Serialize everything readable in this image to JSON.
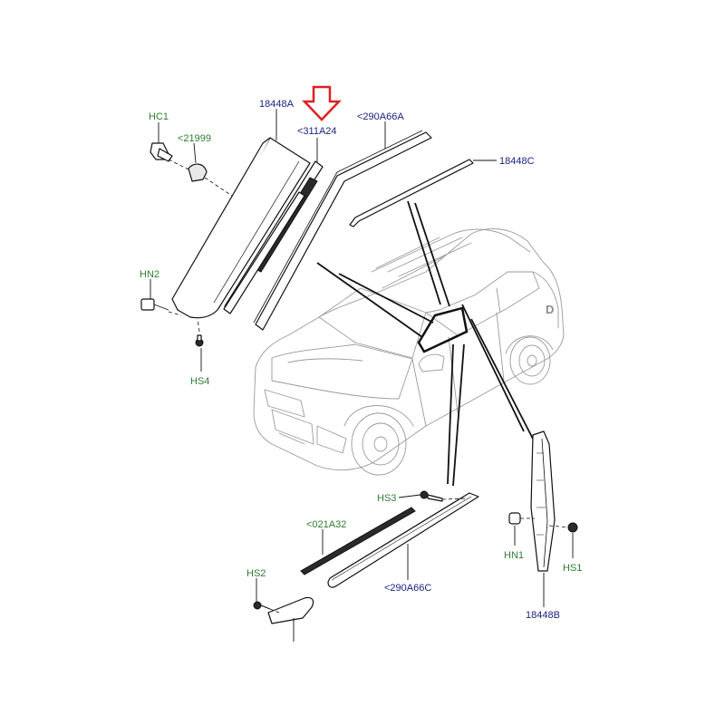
{
  "callouts": {
    "hc1": "HC1",
    "p21999": "<21999",
    "p18448A": "18448A",
    "p311A24": "<311A24",
    "p290A66A": "<290A66A",
    "p18448C": "18448C",
    "hn2": "HN2",
    "hs4": "HS4",
    "hs3": "HS3",
    "p021A32": "<021A32",
    "hs2": "HS2",
    "p290A66C": "<290A66C",
    "hn1": "HN1",
    "hs1": "HS1",
    "p18448B": "18448B"
  },
  "emblem": "D",
  "highlight_arrow": {
    "target": "<311A24",
    "icon": "arrow-down-icon",
    "color": "#e02020"
  },
  "colors": {
    "fastener_label": "#2e7d32",
    "part_label": "#1a237e",
    "highlight": "#e02020"
  }
}
